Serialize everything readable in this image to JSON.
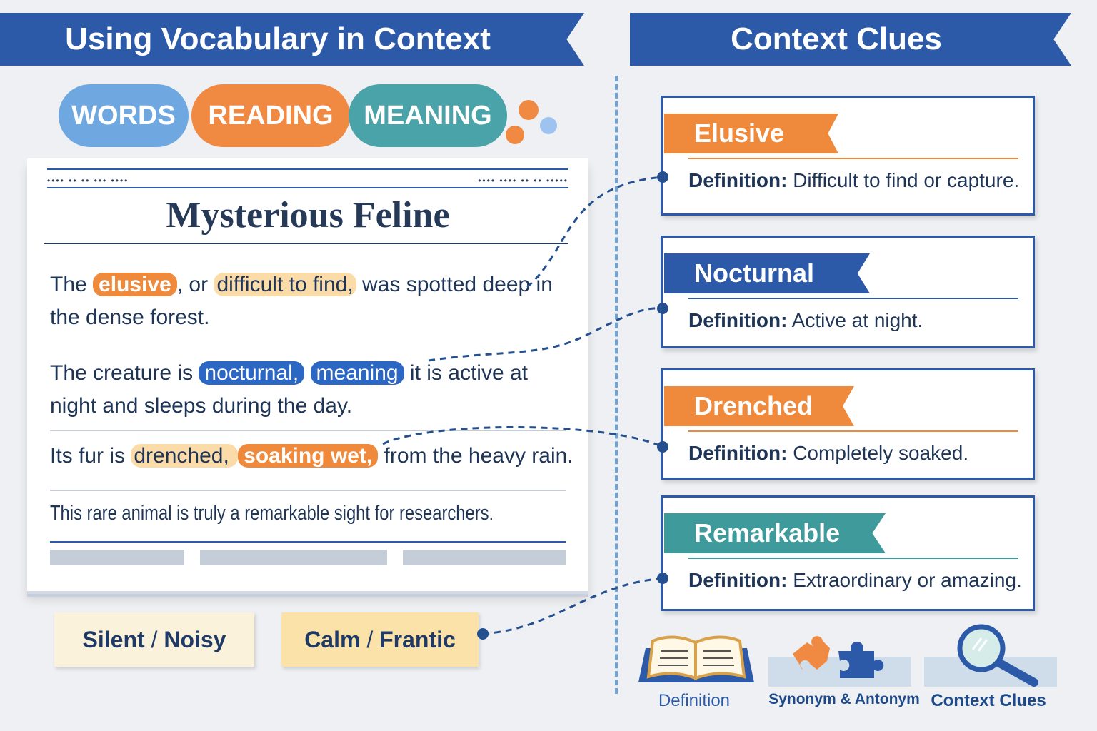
{
  "left_banner": "Using Vocabulary in Context",
  "right_banner": "Context Clues",
  "bubbles": [
    {
      "label": "WORDS",
      "color": "#6fa8e0"
    },
    {
      "label": "READING",
      "color": "#f08a42"
    },
    {
      "label": "MEANING",
      "color": "#4aa3a8"
    }
  ],
  "article": {
    "title": "Mysterious Feline",
    "paragraphs": [
      [
        {
          "t": "The "
        },
        {
          "t": "elusive",
          "s": "o"
        },
        {
          "t": ", or "
        },
        {
          "t": "difficult to find,",
          "s": "y"
        },
        {
          "t": " was spotted deep in the dense forest."
        }
      ],
      [
        {
          "t": "The creature is "
        },
        {
          "t": "nocturnal,",
          "s": "b"
        },
        {
          "t": " "
        },
        {
          "t": "meaning",
          "s": "b"
        },
        {
          "t": " it is active at night and sleeps during the day."
        }
      ],
      [
        {
          "t": "Its fur is "
        },
        {
          "t": "drenched, ",
          "s": "y"
        },
        {
          "t": "soaking wet,",
          "s": "o"
        },
        {
          "t": " from the heavy rain."
        }
      ],
      [
        {
          "t": "This rare animal is truly a remarkable sight for researchers."
        }
      ]
    ]
  },
  "antonyms": [
    {
      "a": "Silent",
      "sep": "/",
      "b": "Noisy"
    },
    {
      "a": "Calm",
      "sep": "/",
      "b": "Frantic"
    }
  ],
  "cards": [
    {
      "word": "Elusive",
      "color": "#ef8a3c",
      "label": "Definition:",
      "definition": "Difficult to find or capture."
    },
    {
      "word": "Nocturnal",
      "color": "#2c5aa8",
      "label": "Definition:",
      "definition": "Active at night."
    },
    {
      "word": "Drenched",
      "color": "#ef8a3c",
      "label": "Definition:",
      "definition": "Completely soaked."
    },
    {
      "word": "Remarkable",
      "color": "#3f9a9c",
      "label": "Definition:",
      "definition": "Extraordinary or amazing."
    }
  ],
  "icons": [
    {
      "name": "book-icon",
      "label": "Definition"
    },
    {
      "name": "puzzle-icon",
      "label": "Synonym & Antonym"
    },
    {
      "name": "magnifier-icon",
      "label": "Context Clues"
    }
  ]
}
